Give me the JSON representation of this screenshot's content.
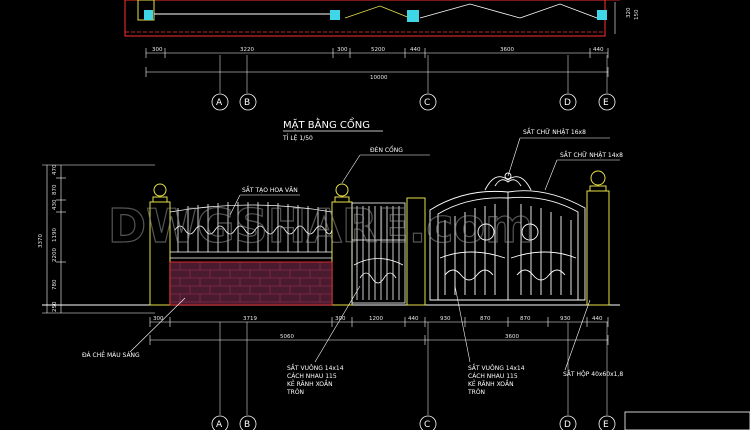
{
  "plan": {
    "title": "MẶT BẰNG CỔNG",
    "dimensions": [
      "300",
      "3220",
      "300",
      "5200",
      "440",
      "3600",
      "440"
    ],
    "total": "10000",
    "right_dims": [
      "320",
      "150"
    ]
  },
  "elevation": {
    "scale": "TỈ LỆ 1/50",
    "left_dims": [
      "470",
      "870",
      "430",
      "1190",
      "3370",
      "2200",
      "780",
      "250"
    ],
    "bottom_dims_1": [
      "300",
      "3719",
      "300",
      "1200",
      "440",
      "930",
      "870",
      "870",
      "930",
      "440"
    ],
    "bottom_dims_2": [
      "5060",
      "3600"
    ]
  },
  "axes": [
    "A",
    "B",
    "C",
    "D",
    "E"
  ],
  "callouts": {
    "den_cong": "ĐÈN CỔNG",
    "sat_chu_nhat_16": "SẮT CHỮ NHẬT 16x8",
    "sat_chu_nhat_14": "SẮT CHỮ NHẬT 14x8",
    "sat_tao_hoa_van": "SẮT TẠO HOA VĂN",
    "da_che": "ĐÁ CHẺ MÀU SÁNG",
    "sat_vuong_1": [
      "SẮT VUÔNG 14x14",
      "CÁCH NHAU 115",
      "KẺ RÃNH XOẮN",
      "TRÒN"
    ],
    "sat_vuong_2": [
      "SẮT VUÔNG 14x14",
      "CÁCH NHAU 115",
      "KẺ RÃNH XOẮN",
      "TRÒN"
    ],
    "sat_hop": "SẮT HỘP 40x60x1,8"
  },
  "watermark": "DWGSHARE.com",
  "colors": {
    "background": "#000000",
    "yellow": "#e8e046",
    "cyan": "#3fd7e8",
    "white": "#ffffff",
    "red": "#ff3030",
    "green": "#3ccf4a"
  }
}
